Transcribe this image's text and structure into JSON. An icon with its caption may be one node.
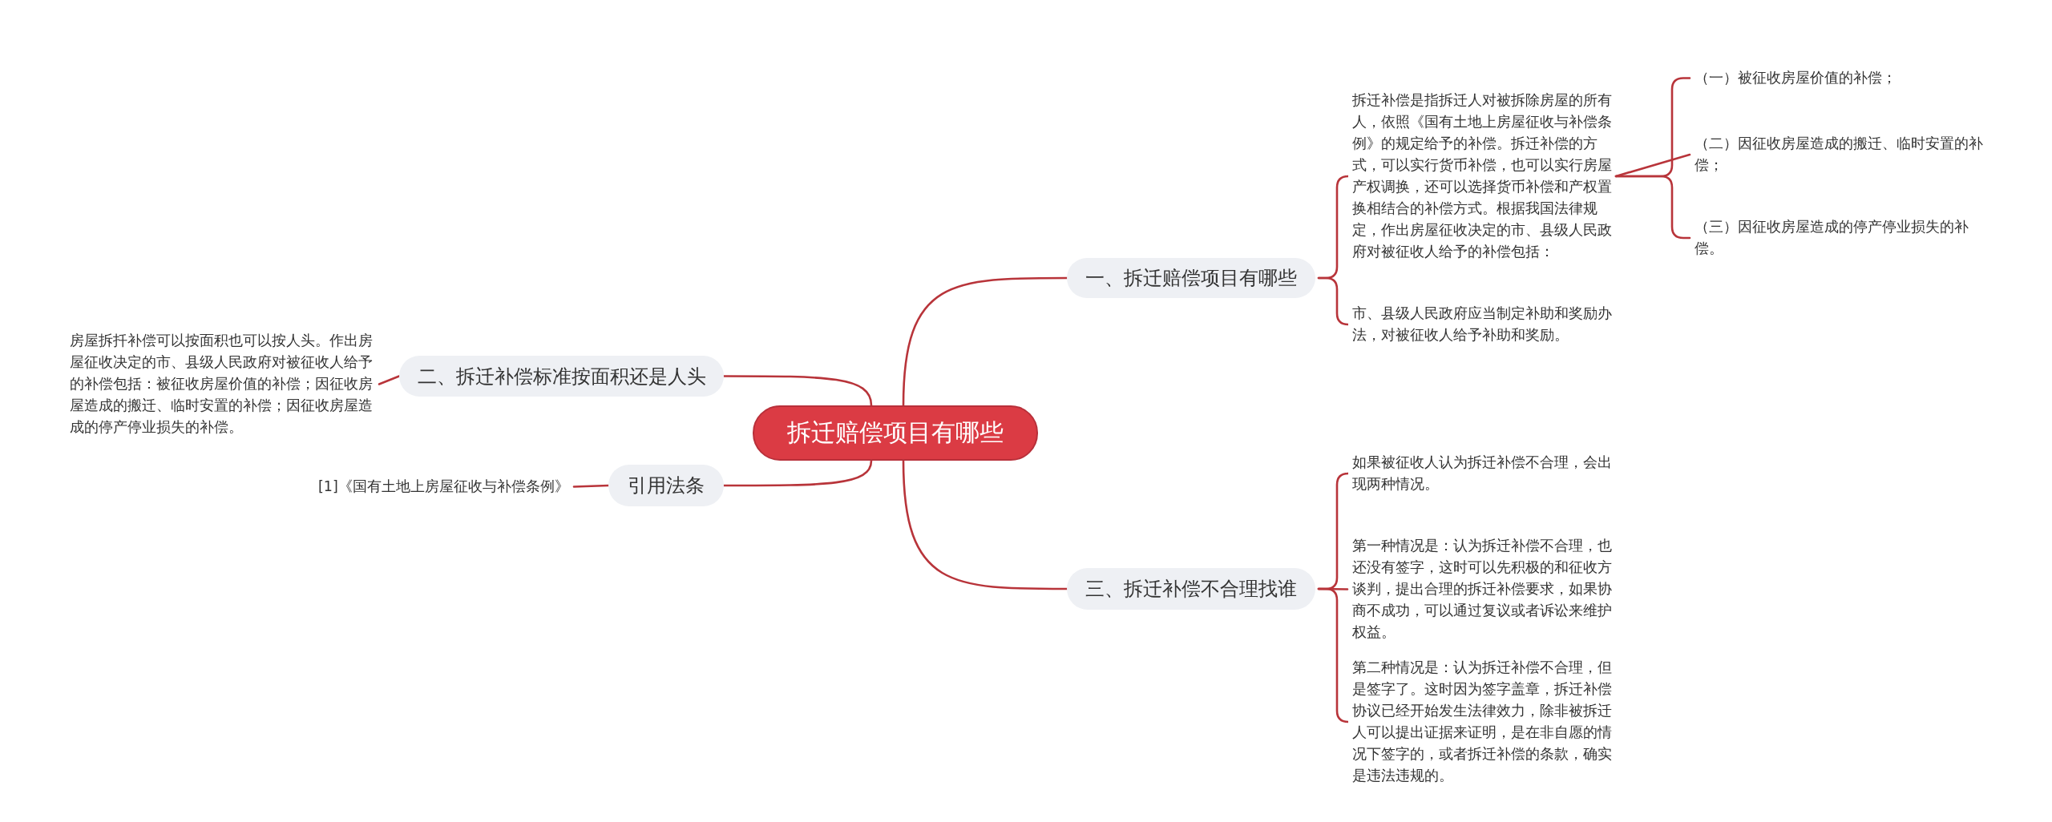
{
  "diagram": {
    "nodes": [
      {
        "text": [
          "拆迁赔偿项目有哪些"
        ]
      },
      {
        "text": [
          "一、拆迁赔偿项目有哪些"
        ]
      },
      {
        "text": [
          "拆迁补偿是指拆迁人对被拆除房屋的所有人，依照《国有土地上房屋征收与补偿条例》的规定给予的补偿。拆迁补偿的方式，可以实行货币补偿，也可以实行房屋产权调换，还可以选择货币补偿和产权置换相结合的补偿方式。根据我国法律规定，作出房屋征收决定的市、县级人民政府对被征收人给予的补偿包括："
        ]
      },
      {
        "text": [
          "（一）被征收房屋价值的补偿；"
        ]
      },
      {
        "text": [
          "（二）因征收房屋造成的搬迁、临时安置的补偿；"
        ]
      },
      {
        "text": [
          "（三）因征收房屋造成的停产停业损失的补偿。"
        ]
      },
      {
        "text": [
          "市、县级人民政府应当制定补助和奖励办法，对被征收人给予补助和奖励。"
        ]
      },
      {
        "text": [
          "二、拆迁补偿标准按面积还是人头"
        ]
      },
      {
        "text": [
          "房屋拆扦补偿可以按面积也可以按人头。作出房屋征收决定的市、县级人民政府对被征收人给予的补偿包括：被征收房屋价值的补偿；因征收房屋造成的搬迁、临时安置的补偿；因征收房屋造成的停产停业损失的补偿。"
        ]
      },
      {
        "text": [
          "引用法条"
        ]
      },
      {
        "text": [
          "[1]《国有土地上房屋征收与补偿条例》"
        ]
      },
      {
        "text": [
          "三、拆迁补偿不合理找谁"
        ]
      },
      {
        "text": [
          "如果被征收人认为拆迁补偿不合理，会出现两种情况。"
        ]
      },
      {
        "text": [
          "第一种情况是：认为拆迁补偿不合理，也还没有签字，这时可以先积极的和征收方谈判，提出合理的拆迁补偿要求，如果协商不成功，可以通过复议或者诉讼来维护权益。"
        ]
      },
      {
        "text": [
          "第二种情况是：认为拆迁补偿不合理，但是签字了。这时因为签字盖章，拆迁补偿协议已经开始发生法律效力，除非被拆迁人可以提出证据来证明，是在非自愿的情况下签字的，或者拆迁补偿的条款，确实是违法违规的。"
        ]
      }
    ],
    "edges": [
      {
        "from": 0,
        "to": 1,
        "arrow": "none"
      },
      {
        "from": 1,
        "to": 2,
        "arrow": "none"
      },
      {
        "from": 2,
        "to": 3,
        "arrow": "none"
      },
      {
        "from": 2,
        "to": 4,
        "arrow": "none"
      },
      {
        "from": 2,
        "to": 5,
        "arrow": "none"
      },
      {
        "from": 1,
        "to": 6,
        "arrow": "none"
      },
      {
        "from": 0,
        "to": 7,
        "arrow": "none"
      },
      {
        "from": 7,
        "to": 8,
        "arrow": "none"
      },
      {
        "from": 0,
        "to": 9,
        "arrow": "none"
      },
      {
        "from": 9,
        "to": 10,
        "arrow": "none"
      },
      {
        "from": 0,
        "to": 11,
        "arrow": "none"
      },
      {
        "from": 11,
        "to": 12,
        "arrow": "none"
      },
      {
        "from": 11,
        "to": 13,
        "arrow": "none"
      },
      {
        "from": 11,
        "to": 14,
        "arrow": "none"
      }
    ]
  }
}
